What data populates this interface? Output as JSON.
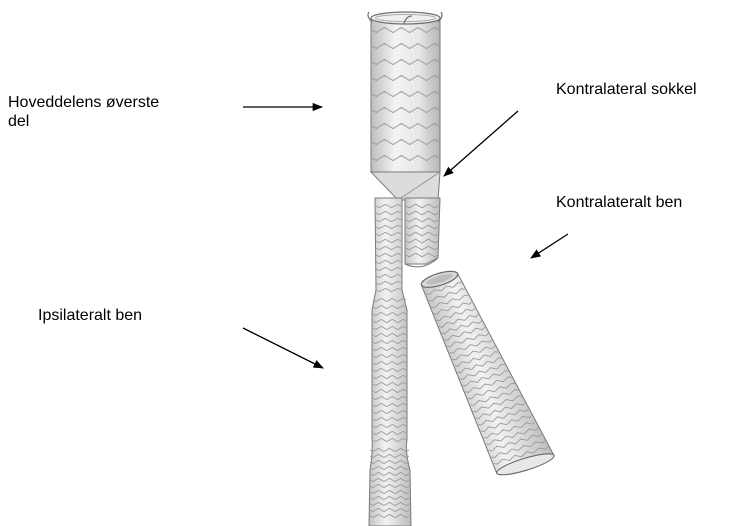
{
  "labels": {
    "main_body_top_line1": "Hoveddelens øverste",
    "main_body_top_line2": "del",
    "contralateral_gate": "Kontralateral sokkel",
    "contralateral_leg": "Kontralateralt ben",
    "ipsilateral_leg": "Ipsilateralt ben"
  },
  "colors": {
    "graft_fill": "#e2e2e2",
    "graft_outline": "#7a7a7a",
    "stent_ring": "#9a9a9a",
    "arrow": "#000000"
  }
}
